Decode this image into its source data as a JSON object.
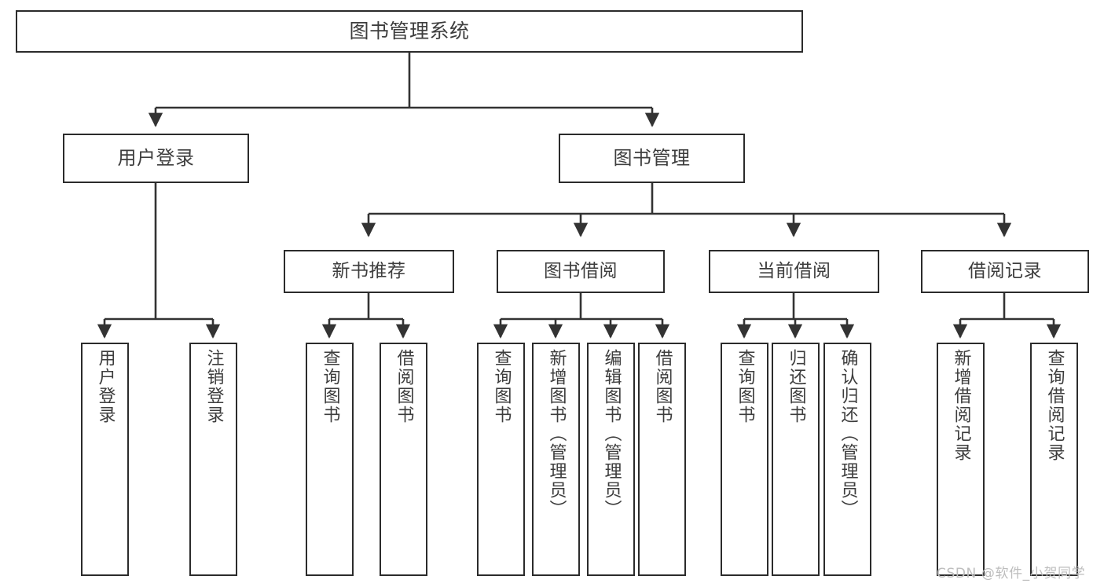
{
  "diagram": {
    "title": "图书管理系统",
    "type": "tree-hierarchy-functional-structure",
    "root": {
      "label": "图书管理系统"
    },
    "level1": [
      {
        "label": "用户登录"
      },
      {
        "label": "图书管理"
      }
    ],
    "level2": [
      {
        "label": "新书推荐"
      },
      {
        "label": "图书借阅"
      },
      {
        "label": "当前借阅"
      },
      {
        "label": "借阅记录"
      }
    ],
    "leaves": {
      "user_login": [
        {
          "label": "用户登录"
        },
        {
          "label": "注销登录"
        }
      ],
      "new_book_recommend": [
        {
          "label": "查询图书"
        },
        {
          "label": "借阅图书"
        }
      ],
      "book_borrow": [
        {
          "label": "查询图书"
        },
        {
          "label": "新增图书（管理员）"
        },
        {
          "label": "编辑图书（管理员）"
        },
        {
          "label": "借阅图书"
        }
      ],
      "current_borrow": [
        {
          "label": "查询图书"
        },
        {
          "label": "归还图书"
        },
        {
          "label": "确认归还（管理员）"
        }
      ],
      "borrow_records": [
        {
          "label": "新增借阅记录"
        },
        {
          "label": "查询借阅记录"
        }
      ]
    }
  },
  "watermark": {
    "text": "CSDN @软件_小贺同学"
  },
  "colors": {
    "border": "#2b2b2b",
    "text": "#3d3d3d",
    "background": "#ffffff",
    "edge": "#333333",
    "watermark": "#bdbdbd"
  }
}
